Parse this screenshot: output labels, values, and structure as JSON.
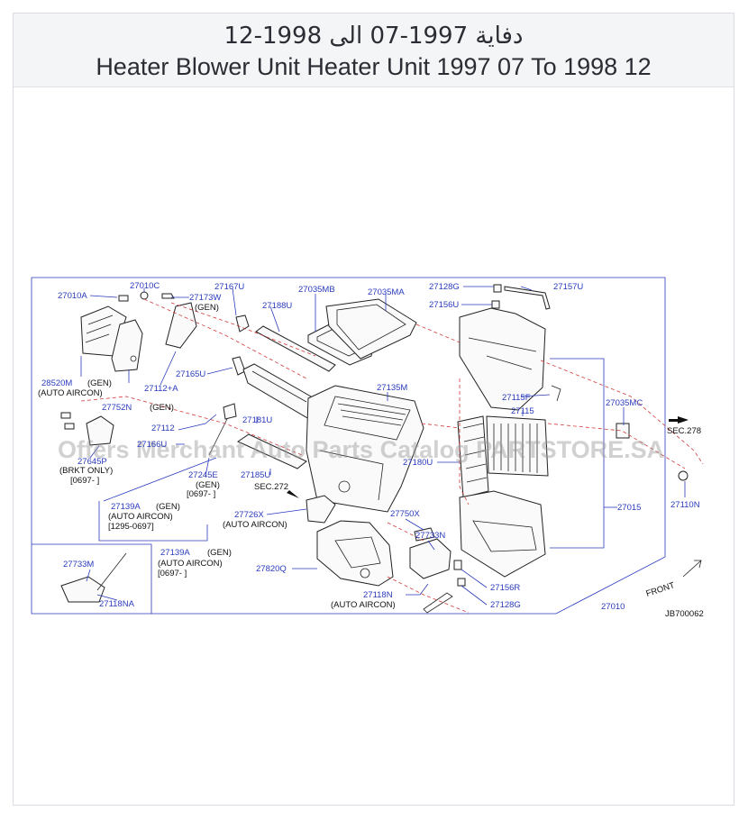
{
  "header": {
    "title_ar": "دفاية 1997-07 الى 1998-12",
    "title_en": "Heater Blower Unit Heater Unit 1997 07 To 1998 12"
  },
  "watermark": "Offers Merchant Auto Parts Catalog PARTSTORE.SA",
  "diagram_id": "JB700062",
  "front_label": "FRONT",
  "parts": {
    "p27010A": "27010A",
    "p27010C": "27010C",
    "p27167U": "27167U",
    "p27173W": "27173W",
    "gen_27173W": "(GEN)",
    "p27188U": "27188U",
    "p27035MB": "27035MB",
    "p27035MA": "27035MA",
    "p27128G_top": "27128G",
    "p27157U": "27157U",
    "p27156U": "27156U",
    "p28520M": "28520M",
    "gen_28520M": "(GEN)",
    "auto_28520M": "(AUTO  AIRCON)",
    "p27165U": "27165U",
    "p27112A": "27112+A",
    "p27752N": "27752N",
    "gen_27752N": "(GEN)",
    "p27112": "27112",
    "p27135M": "27135M",
    "p27115F": "27115F",
    "p27115": "27115",
    "p27035MC": "27035MC",
    "sec278": "SEC.278",
    "p27181U": "27181U",
    "p27166U": "27166U",
    "p27645P": "27645P",
    "brkt_only": "(BRKT   ONLY)",
    "range_27645P": "[0697-    ]",
    "p27245E": "27245E",
    "gen_27245E": "(GEN)",
    "range_27245E": "[0697-    ]",
    "p27185U": "27185U",
    "p27180U": "27180U",
    "sec272": "SEC.272",
    "p27139A_1": "27139A",
    "gen_27139A_1": "(GEN)",
    "auto_27139A_1": "(AUTO  AIRCON)",
    "range_27139A_1": "[1295-0697]",
    "p27726X": "27726X",
    "auto_27726X": "(AUTO   AIRCON)",
    "p27750X": "27750X",
    "p27733N_right": "27733N",
    "p27015": "27015",
    "p27110N": "27110N",
    "p27139A_2": "27139A",
    "gen_27139A_2": "(GEN)",
    "auto_27139A_2": "(AUTO  AIRCON)",
    "range_27139A_2": "[0697-              ]",
    "p27733M": "27733M",
    "p27820Q": "27820Q",
    "p27118N": "27118N",
    "auto_27118N": "(AUTO   AIRCON)",
    "p27156R": "27156R",
    "p27128G_bot": "27128G",
    "p27118NA": "27118NA",
    "p27010": "27010"
  }
}
